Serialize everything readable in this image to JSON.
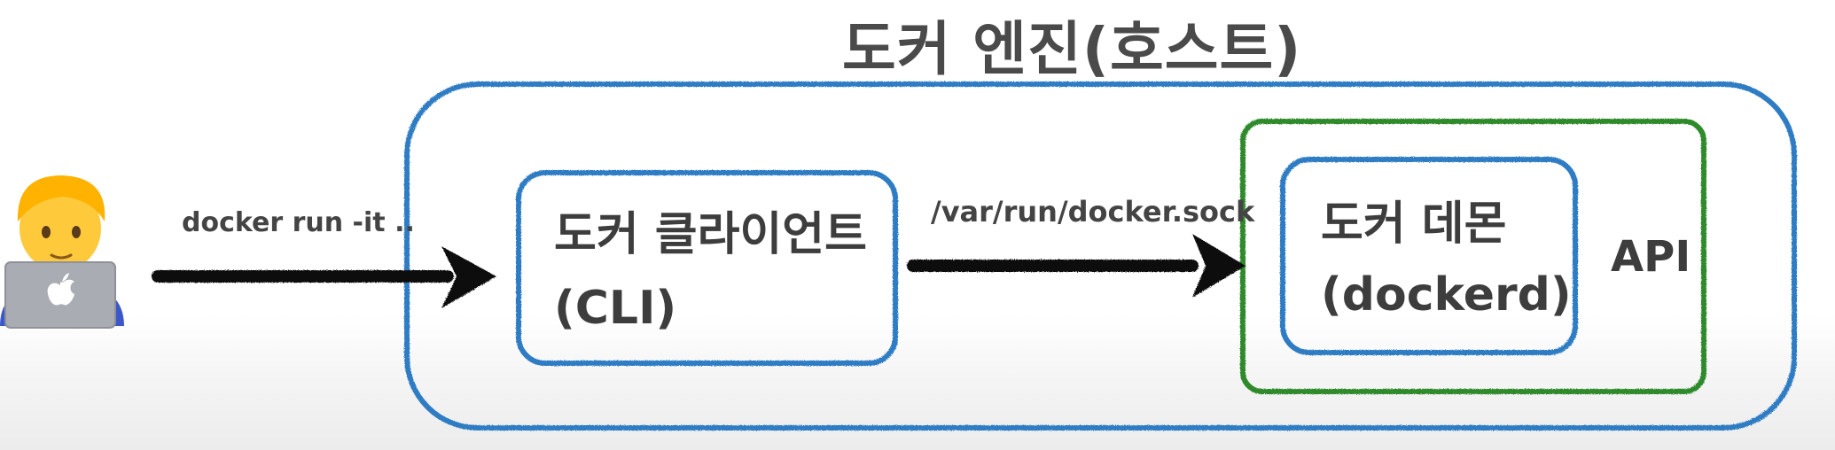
{
  "title": "도커 엔진(호스트)",
  "user": {
    "icon": "developer-with-laptop-icon"
  },
  "arrow_command": "docker run -it ..",
  "arrow_socket": "/var/run/docker.sock",
  "client": {
    "line1": "도커 클라이언트",
    "line2": "(CLI)"
  },
  "daemon": {
    "line1": "도커 데몬",
    "line2": "(dockerd)"
  },
  "api_label": "API",
  "colors": {
    "host_border": "#2f7bc4",
    "client_border": "#2f7bc4",
    "daemon_border": "#2f7bc4",
    "api_border": "#2d8a2a",
    "arrow": "#111111",
    "text": "#3d3d3d"
  }
}
